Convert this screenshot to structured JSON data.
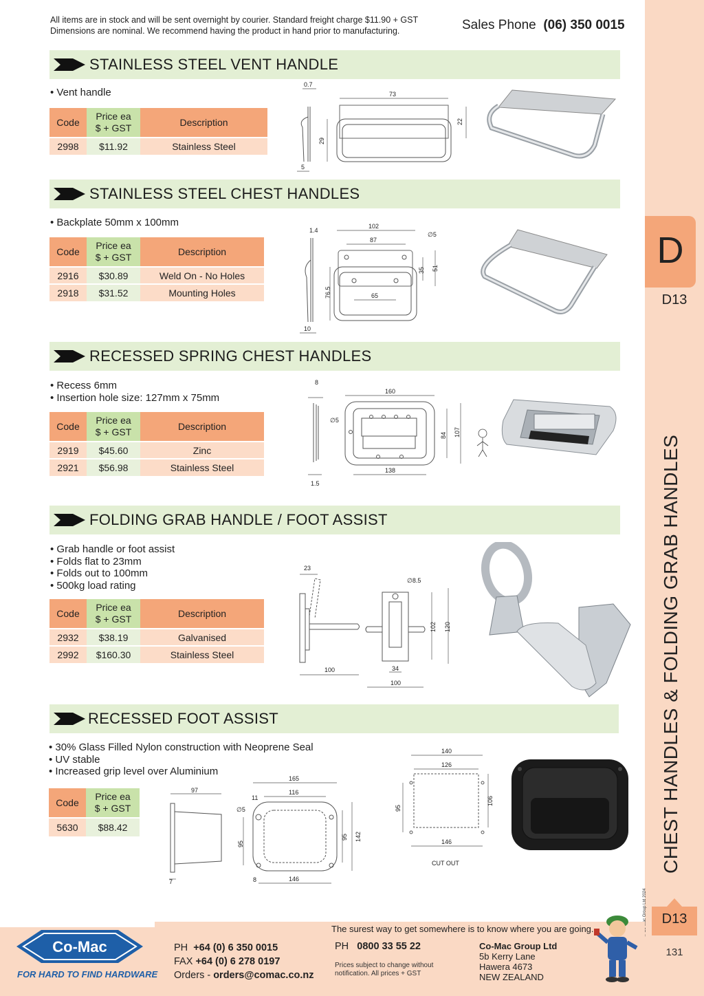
{
  "header": {
    "notice_line1": "All items are in stock and will be sent overnight by courier. Standard freight charge $11.90 + GST",
    "notice_line2": "Dimensions are nominal. We recommend having the product in hand prior to manufacturing.",
    "sales_label": "Sales Phone",
    "sales_number": "(06) 350 0015"
  },
  "side": {
    "tab_letter": "D",
    "section_code_top": "D13",
    "vertical_title": "CHEST HANDLES & FOLDING GRAB HANDLES",
    "copyright": "© Co-Mac Group Ltd 2024",
    "section_code_bottom": "D13",
    "page_number": "131"
  },
  "table_headers": {
    "code": "Code",
    "price_line1": "Price ea",
    "price_line2": "$ + GST",
    "description": "Description"
  },
  "sections": [
    {
      "title": "STAINLESS STEEL VENT HANDLE",
      "bullets": [
        "• Vent handle"
      ],
      "rows": [
        {
          "code": "2998",
          "price": "$11.92",
          "description": "Stainless Steel"
        }
      ],
      "dims": {
        "a": "0.7",
        "b": "73",
        "c": "22",
        "d": "29",
        "e": "5"
      }
    },
    {
      "title": "STAINLESS STEEL CHEST HANDLES",
      "bullets": [
        "• Backplate 50mm x 100mm"
      ],
      "rows": [
        {
          "code": "2916",
          "price": "$30.89",
          "description": "Weld On - No Holes"
        },
        {
          "code": "2918",
          "price": "$31.52",
          "description": "Mounting Holes"
        }
      ],
      "dims": {
        "a": "1.4",
        "b": "102",
        "c": "87",
        "d": "∅5",
        "e": "35",
        "f": "51",
        "g": "76.5",
        "h": "65",
        "i": "10"
      }
    },
    {
      "title": "RECESSED SPRING CHEST HANDLES",
      "bullets": [
        "• Recess 6mm",
        "• Insertion hole size: 127mm x 75mm"
      ],
      "rows": [
        {
          "code": "2919",
          "price": "$45.60",
          "description": "Zinc"
        },
        {
          "code": "2921",
          "price": "$56.98",
          "description": "Stainless Steel"
        }
      ],
      "dims": {
        "a": "8",
        "b": "160",
        "c": "∅5",
        "d": "84",
        "e": "107",
        "f": "138",
        "g": "1.5"
      }
    },
    {
      "title": "FOLDING GRAB HANDLE / FOOT ASSIST",
      "bullets": [
        "• Grab handle or foot assist",
        "• Folds flat to 23mm",
        "• Folds out to 100mm",
        "• 500kg load rating"
      ],
      "rows": [
        {
          "code": "2932",
          "price": "$38.19",
          "description": "Galvanised"
        },
        {
          "code": "2992",
          "price": "$160.30",
          "description": "Stainless Steel"
        }
      ],
      "dims": {
        "a": "23",
        "b": "∅8.5",
        "c": "102",
        "d": "120",
        "e": "100",
        "f": "34",
        "g": "100"
      }
    },
    {
      "title": "RECESSED FOOT ASSIST",
      "bullets": [
        "• 30% Glass Filled Nylon construction with Neoprene Seal",
        "• UV stable",
        "• Increased grip level over Aluminium"
      ],
      "rows": [
        {
          "code": "5630",
          "price": "$88.42"
        }
      ],
      "dims": {
        "a": "97",
        "b": "7",
        "c": "165",
        "d": "116",
        "e": "11",
        "f": "∅5",
        "g": "95",
        "h": "95",
        "i": "142",
        "j": "8",
        "k": "146",
        "l": "140",
        "m": "126",
        "n": "95",
        "o": "106",
        "p": "146",
        "cutout": "CUT OUT"
      }
    }
  ],
  "footer": {
    "tagline": "The surest way to get somewhere is to know where you are going.",
    "logo_text": "Co-Mac",
    "logo_tagline": "FOR HARD TO FIND HARDWARE",
    "ph_label": "PH",
    "ph_number": "+64 (0) 6 350 0015",
    "fax_label": "FAX",
    "fax_number": "+64 (0) 6 278 0197",
    "orders_label": "Orders -",
    "orders_email": "orders@comac.co.nz",
    "ph2_label": "PH",
    "ph2_number": "0800 33 55 22",
    "prices_note_line1": "Prices subject to change without",
    "prices_note_line2": "notification. All prices + GST",
    "company": "Co-Mac Group Ltd",
    "address_line1": "5b Kerry Lane",
    "address_line2": "Hawera 4673",
    "address_line3": "NEW ZEALAND"
  }
}
